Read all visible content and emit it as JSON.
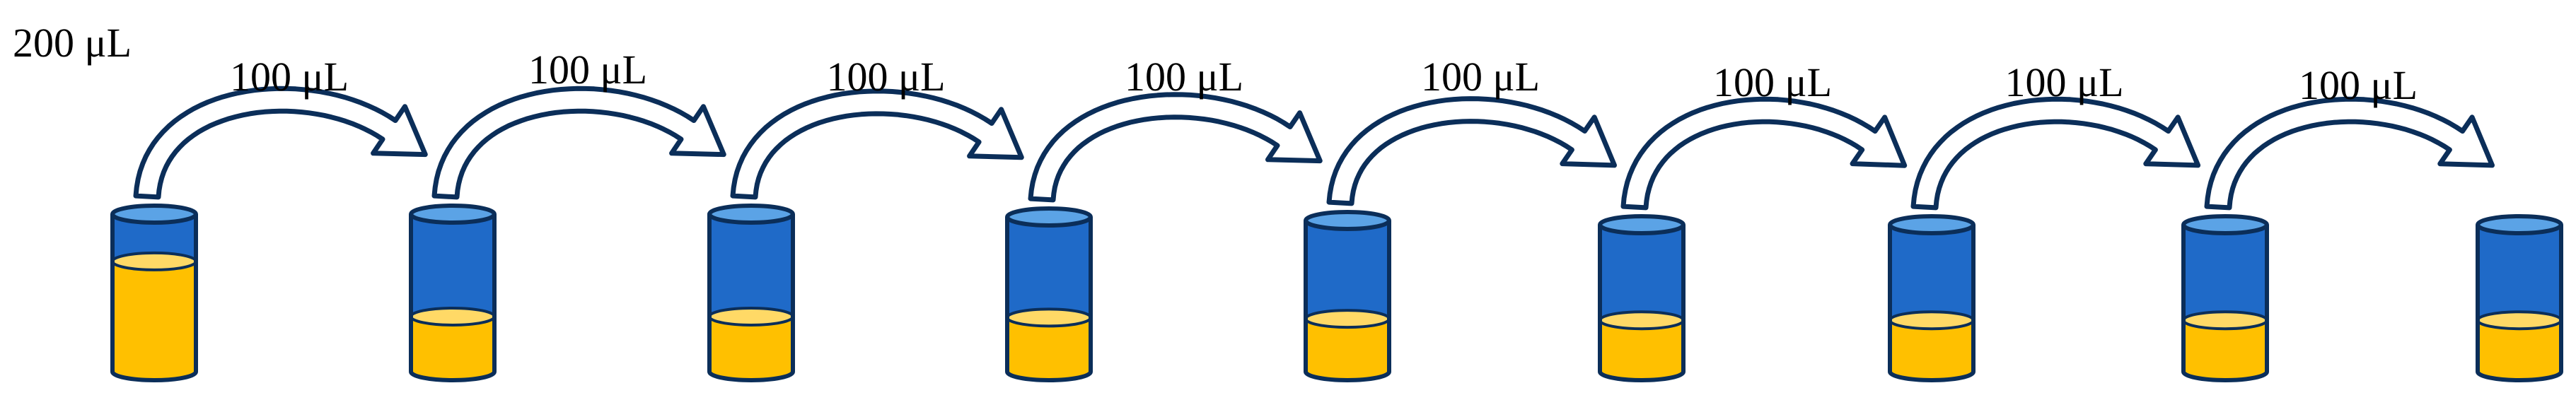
{
  "diagram": {
    "initial_volume_label": "200 μL",
    "transfer_labels": [
      "100 μL",
      "100 μL",
      "100 μL",
      "100 μL",
      "100 μL",
      "100 μL",
      "100 μL",
      "100 μL"
    ],
    "tube_count": 9,
    "tube_fill_levels": [
      0.7,
      0.35,
      0.35,
      0.35,
      0.35,
      0.35,
      0.35,
      0.35,
      0.35
    ],
    "colors": {
      "tube_empty": "#1F6AC8",
      "tube_rim": "#5BA3E6",
      "liquid": "#FFC000",
      "liquid_top": "#FFD966",
      "outline": "#0B2E59",
      "arrow_stroke": "#0B2E59",
      "arrow_fill": "#FFFFFF"
    }
  }
}
